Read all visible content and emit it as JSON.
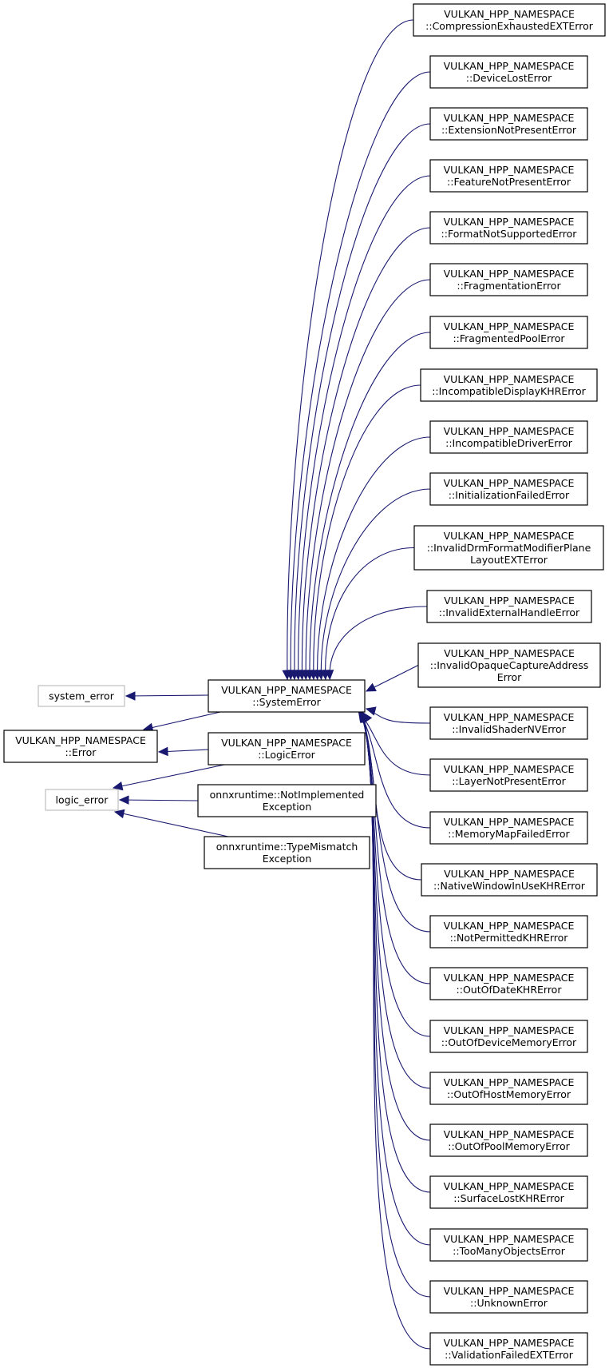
{
  "diagram": {
    "colors": {
      "edge": "#191970",
      "node_border": "#000000",
      "external_border": "#bfbfbf",
      "background": "#ffffff"
    },
    "nodes": [
      {
        "id": "system_error",
        "lines": [
          "system_error"
        ],
        "external": true
      },
      {
        "id": "vk_error",
        "lines": [
          "VULKAN_HPP_NAMESPACE",
          "::Error"
        ]
      },
      {
        "id": "logic_error",
        "lines": [
          "logic_error"
        ],
        "external": true
      },
      {
        "id": "system_error_vk",
        "lines": [
          "VULKAN_HPP_NAMESPACE",
          "::SystemError"
        ]
      },
      {
        "id": "logic_error_vk",
        "lines": [
          "VULKAN_HPP_NAMESPACE",
          "::LogicError"
        ]
      },
      {
        "id": "not_implemented",
        "lines": [
          "onnxruntime::NotImplemented",
          "Exception"
        ]
      },
      {
        "id": "type_mismatch",
        "lines": [
          "onnxruntime::TypeMismatch",
          "Exception"
        ]
      },
      {
        "id": "compression_exhausted",
        "lines": [
          "VULKAN_HPP_NAMESPACE",
          "::CompressionExhaustedEXTError"
        ]
      },
      {
        "id": "device_lost",
        "lines": [
          "VULKAN_HPP_NAMESPACE",
          "::DeviceLostError"
        ]
      },
      {
        "id": "extension_not_present",
        "lines": [
          "VULKAN_HPP_NAMESPACE",
          "::ExtensionNotPresentError"
        ]
      },
      {
        "id": "feature_not_present",
        "lines": [
          "VULKAN_HPP_NAMESPACE",
          "::FeatureNotPresentError"
        ]
      },
      {
        "id": "format_not_supported",
        "lines": [
          "VULKAN_HPP_NAMESPACE",
          "::FormatNotSupportedError"
        ]
      },
      {
        "id": "fragmentation",
        "lines": [
          "VULKAN_HPP_NAMESPACE",
          "::FragmentationError"
        ]
      },
      {
        "id": "fragmented_pool",
        "lines": [
          "VULKAN_HPP_NAMESPACE",
          "::FragmentedPoolError"
        ]
      },
      {
        "id": "incompatible_display",
        "lines": [
          "VULKAN_HPP_NAMESPACE",
          "::IncompatibleDisplayKHRError"
        ]
      },
      {
        "id": "incompatible_driver",
        "lines": [
          "VULKAN_HPP_NAMESPACE",
          "::IncompatibleDriverError"
        ]
      },
      {
        "id": "initialization_failed",
        "lines": [
          "VULKAN_HPP_NAMESPACE",
          "::InitializationFailedError"
        ]
      },
      {
        "id": "invalid_drm",
        "lines": [
          "VULKAN_HPP_NAMESPACE",
          "::InvalidDrmFormatModifierPlane",
          "LayoutEXTError"
        ]
      },
      {
        "id": "invalid_external_handle",
        "lines": [
          "VULKAN_HPP_NAMESPACE",
          "::InvalidExternalHandleError"
        ]
      },
      {
        "id": "invalid_opaque_capture",
        "lines": [
          "VULKAN_HPP_NAMESPACE",
          "::InvalidOpaqueCaptureAddress",
          "Error"
        ]
      },
      {
        "id": "invalid_shader_nv",
        "lines": [
          "VULKAN_HPP_NAMESPACE",
          "::InvalidShaderNVError"
        ]
      },
      {
        "id": "layer_not_present",
        "lines": [
          "VULKAN_HPP_NAMESPACE",
          "::LayerNotPresentError"
        ]
      },
      {
        "id": "memory_map_failed",
        "lines": [
          "VULKAN_HPP_NAMESPACE",
          "::MemoryMapFailedError"
        ]
      },
      {
        "id": "native_window_in_use",
        "lines": [
          "VULKAN_HPP_NAMESPACE",
          "::NativeWindowInUseKHRError"
        ]
      },
      {
        "id": "not_permitted",
        "lines": [
          "VULKAN_HPP_NAMESPACE",
          "::NotPermittedKHRError"
        ]
      },
      {
        "id": "out_of_date",
        "lines": [
          "VULKAN_HPP_NAMESPACE",
          "::OutOfDateKHRError"
        ]
      },
      {
        "id": "out_of_device_memory",
        "lines": [
          "VULKAN_HPP_NAMESPACE",
          "::OutOfDeviceMemoryError"
        ]
      },
      {
        "id": "out_of_host_memory",
        "lines": [
          "VULKAN_HPP_NAMESPACE",
          "::OutOfHostMemoryError"
        ]
      },
      {
        "id": "out_of_pool_memory",
        "lines": [
          "VULKAN_HPP_NAMESPACE",
          "::OutOfPoolMemoryError"
        ]
      },
      {
        "id": "surface_lost",
        "lines": [
          "VULKAN_HPP_NAMESPACE",
          "::SurfaceLostKHRError"
        ]
      },
      {
        "id": "too_many_objects",
        "lines": [
          "VULKAN_HPP_NAMESPACE",
          "::TooManyObjectsError"
        ]
      },
      {
        "id": "unknown",
        "lines": [
          "VULKAN_HPP_NAMESPACE",
          "::UnknownError"
        ]
      },
      {
        "id": "validation_failed",
        "lines": [
          "VULKAN_HPP_NAMESPACE",
          "::ValidationFailedEXTError"
        ]
      }
    ],
    "edges": [
      {
        "from": "system_error_vk",
        "to": "system_error"
      },
      {
        "from": "system_error_vk",
        "to": "vk_error"
      },
      {
        "from": "logic_error_vk",
        "to": "vk_error"
      },
      {
        "from": "logic_error_vk",
        "to": "logic_error"
      },
      {
        "from": "not_implemented",
        "to": "logic_error"
      },
      {
        "from": "type_mismatch",
        "to": "logic_error"
      },
      {
        "from": "compression_exhausted",
        "to": "system_error_vk"
      },
      {
        "from": "device_lost",
        "to": "system_error_vk"
      },
      {
        "from": "extension_not_present",
        "to": "system_error_vk"
      },
      {
        "from": "feature_not_present",
        "to": "system_error_vk"
      },
      {
        "from": "format_not_supported",
        "to": "system_error_vk"
      },
      {
        "from": "fragmentation",
        "to": "system_error_vk"
      },
      {
        "from": "fragmented_pool",
        "to": "system_error_vk"
      },
      {
        "from": "incompatible_display",
        "to": "system_error_vk"
      },
      {
        "from": "incompatible_driver",
        "to": "system_error_vk"
      },
      {
        "from": "initialization_failed",
        "to": "system_error_vk"
      },
      {
        "from": "invalid_drm",
        "to": "system_error_vk"
      },
      {
        "from": "invalid_external_handle",
        "to": "system_error_vk"
      },
      {
        "from": "invalid_opaque_capture",
        "to": "system_error_vk"
      },
      {
        "from": "invalid_shader_nv",
        "to": "system_error_vk"
      },
      {
        "from": "layer_not_present",
        "to": "system_error_vk"
      },
      {
        "from": "memory_map_failed",
        "to": "system_error_vk"
      },
      {
        "from": "native_window_in_use",
        "to": "system_error_vk"
      },
      {
        "from": "not_permitted",
        "to": "system_error_vk"
      },
      {
        "from": "out_of_date",
        "to": "system_error_vk"
      },
      {
        "from": "out_of_device_memory",
        "to": "system_error_vk"
      },
      {
        "from": "out_of_host_memory",
        "to": "system_error_vk"
      },
      {
        "from": "out_of_pool_memory",
        "to": "system_error_vk"
      },
      {
        "from": "surface_lost",
        "to": "system_error_vk"
      },
      {
        "from": "too_many_objects",
        "to": "system_error_vk"
      },
      {
        "from": "unknown",
        "to": "system_error_vk"
      },
      {
        "from": "validation_failed",
        "to": "system_error_vk"
      }
    ]
  }
}
